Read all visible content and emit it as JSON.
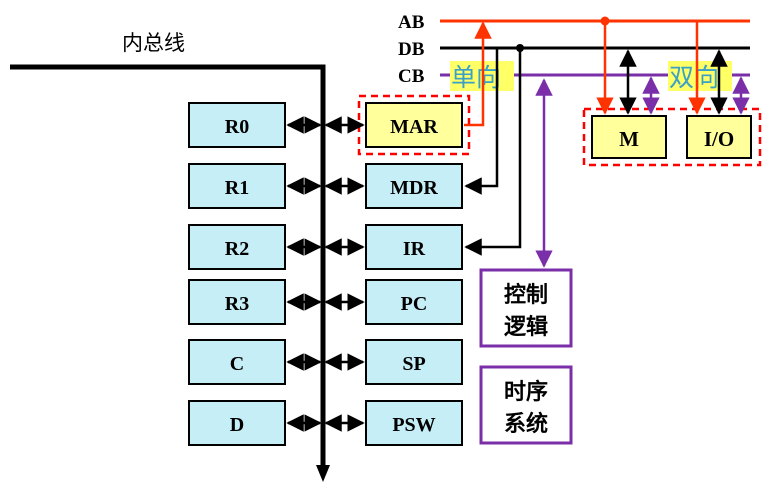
{
  "internal_bus": {
    "label": "内总线"
  },
  "system_bus": {
    "ab": "AB",
    "db": "DB",
    "cb": "CB",
    "unidirectional": "单向",
    "bidirectional": "双向"
  },
  "registers_left": [
    "R0",
    "R1",
    "R2",
    "R3",
    "C",
    "D"
  ],
  "registers_right": [
    "MAR",
    "MDR",
    "IR",
    "PC",
    "SP",
    "PSW"
  ],
  "memory": "M",
  "io": "I/O",
  "control_logic": [
    "控制",
    "逻辑"
  ],
  "timing_system": [
    "时序",
    "系统"
  ],
  "colors": {
    "register_fill": "#c6eef7",
    "highlight_fill": "#ffff9c",
    "address_bus": "#ff3300",
    "data_bus": "#000000",
    "control_bus": "#7a2fa8",
    "dashed_frame": "#ff0000",
    "label_bg": "#ffff66",
    "label_text": "#3aa0c8"
  }
}
